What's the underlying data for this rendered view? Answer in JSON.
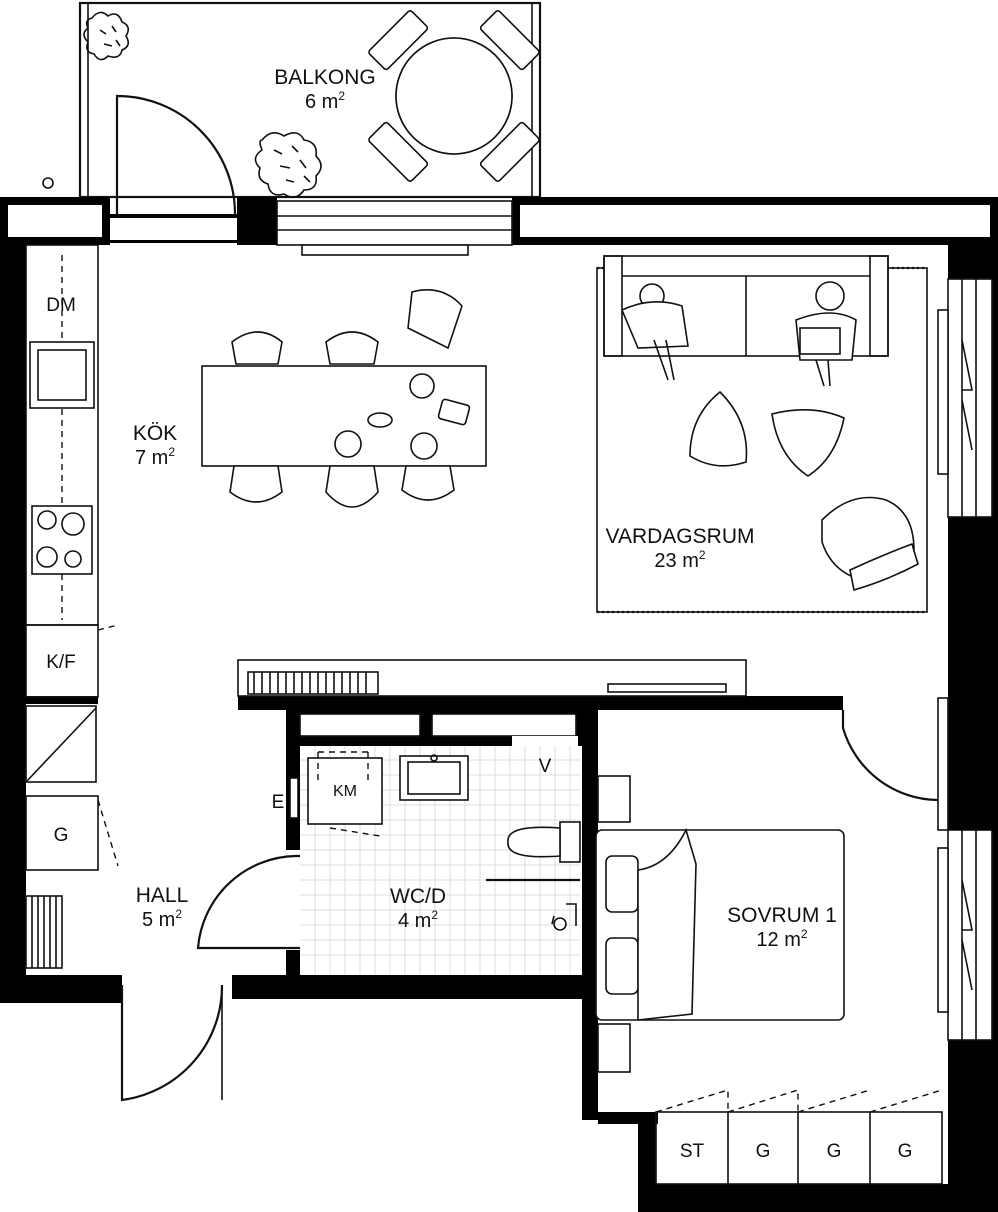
{
  "rooms": {
    "balkong": {
      "name": "BALKONG",
      "area": "6 m",
      "unit_sup": "2"
    },
    "kok": {
      "name": "KÖK",
      "area": "7 m",
      "unit_sup": "2"
    },
    "vardagsrum": {
      "name": "VARDAGSRUM",
      "area": "23 m",
      "unit_sup": "2"
    },
    "hall": {
      "name": "HALL",
      "area": "5 m",
      "unit_sup": "2"
    },
    "wcd": {
      "name": "WC/D",
      "area": "4 m",
      "unit_sup": "2"
    },
    "sovrum": {
      "name": "SOVRUM 1",
      "area": "12 m",
      "unit_sup": "2"
    }
  },
  "labels": {
    "dm": "DM",
    "kf": "K/F",
    "g_hall": "G",
    "km": "KM",
    "e": "E",
    "v": "V",
    "closets": [
      "ST",
      "G",
      "G",
      "G"
    ]
  }
}
